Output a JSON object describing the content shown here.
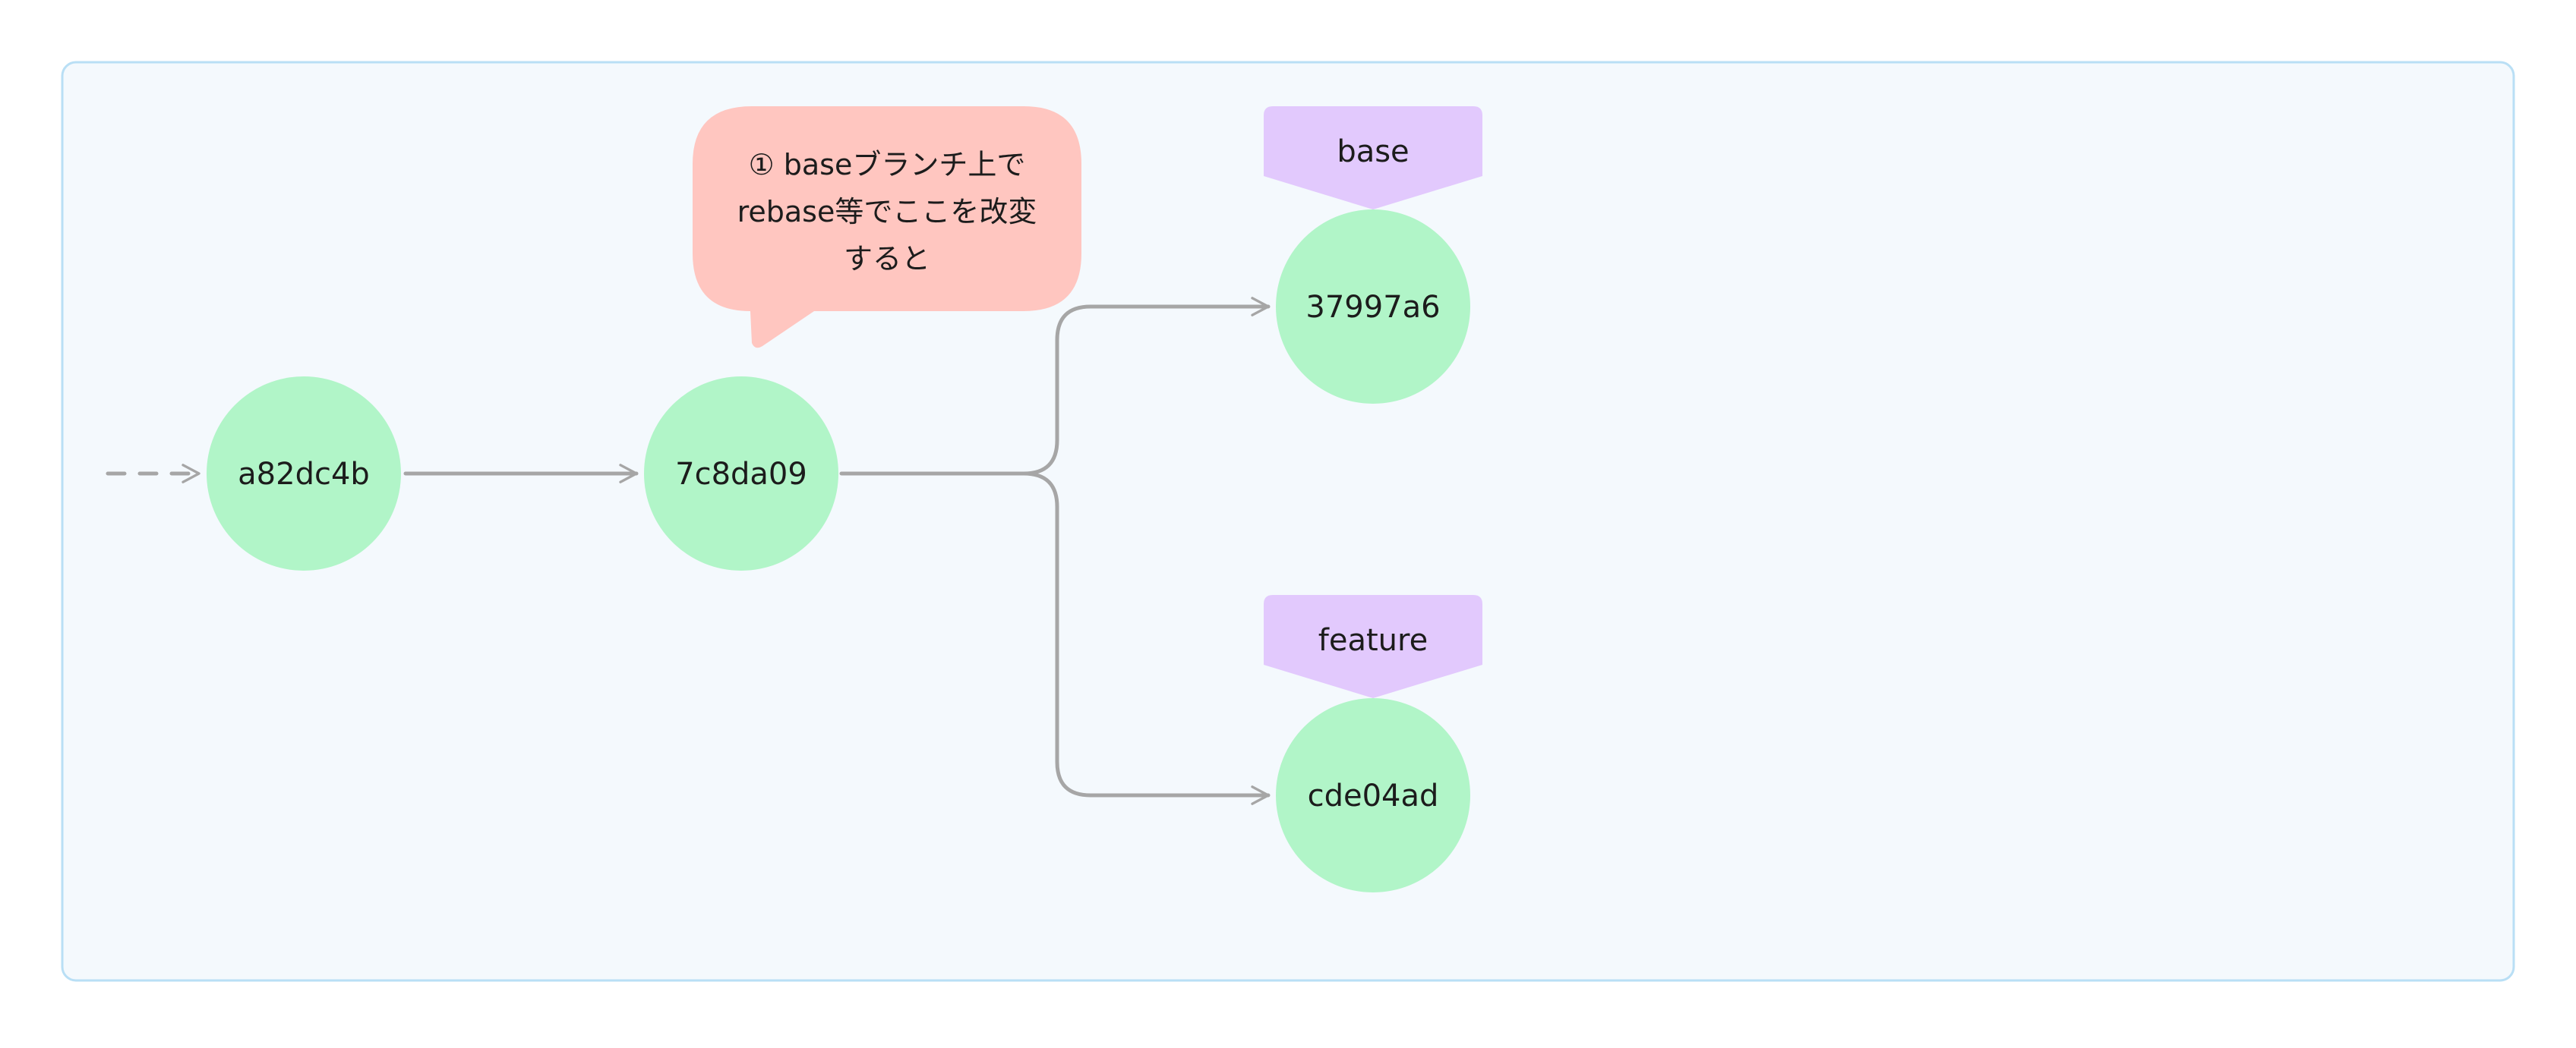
{
  "colors": {
    "panel_fill": "#f4f9fd",
    "panel_border": "#b9dff5",
    "commit_fill": "#b1f5c8",
    "tag_fill": "#e2c9fd",
    "callout_fill": "#ffc6c0",
    "arrow": "#a6a6a6"
  },
  "commits": {
    "a82dc4b": "a82dc4b",
    "c7c8da09": "7c8da09",
    "c37997a6": "37997a6",
    "cde04ad": "cde04ad"
  },
  "branches": {
    "base": "base",
    "feature": "feature"
  },
  "callout": {
    "line1": "① baseブランチ上で",
    "line2": "rebase等でここを改変",
    "line3": "すると"
  }
}
